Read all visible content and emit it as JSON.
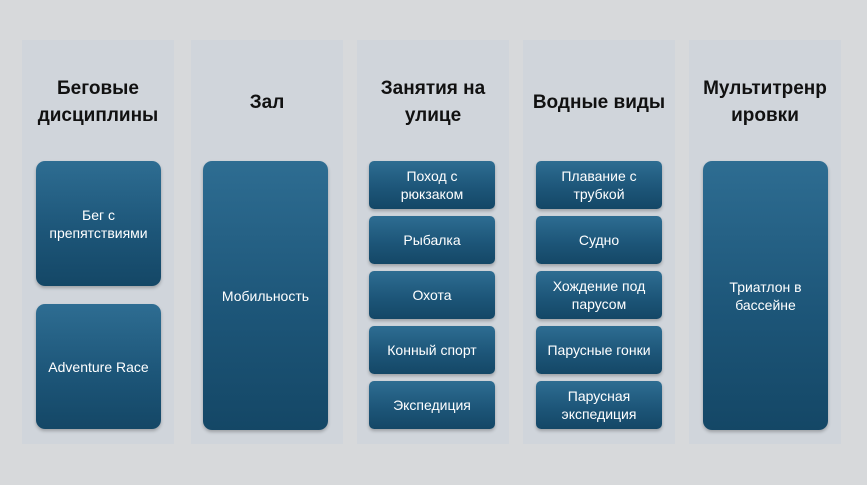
{
  "columns": [
    {
      "title": "Беговые\nдисциплины",
      "items": [
        "Бег с\nпрепятствиями",
        "Adventure Race"
      ]
    },
    {
      "title": "Зал",
      "items": [
        "Мобильность"
      ]
    },
    {
      "title": "Занятия на\nулице",
      "items": [
        "Поход с\nрюкзаком",
        "Рыбалка",
        "Охота",
        "Конный спорт",
        "Экспедиция"
      ]
    },
    {
      "title": "Водные виды",
      "items": [
        "Плавание с\nтрубкой",
        "Судно",
        "Хождение под\nпарусом",
        "Парусные гонки",
        "Парусная\nэкспедиция"
      ]
    },
    {
      "title": "Мультитренр\nировки",
      "items": [
        "Триатлон в\nбассейне"
      ]
    }
  ]
}
